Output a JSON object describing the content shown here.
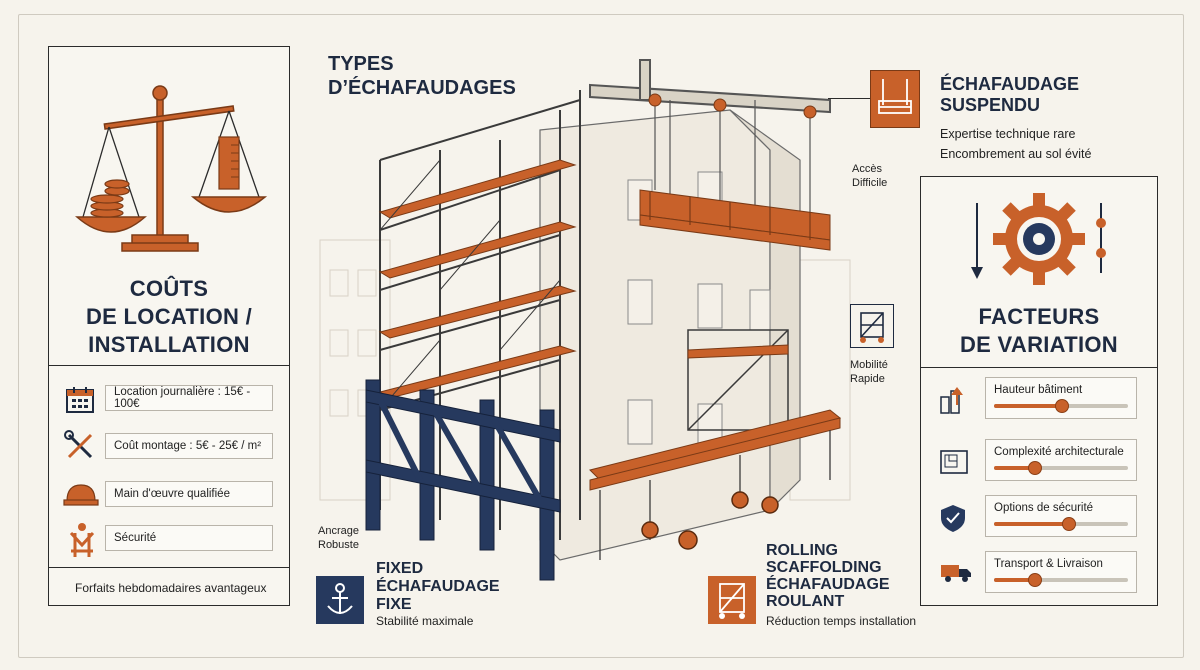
{
  "title": {
    "line1": "TYPES",
    "line2": "D’ÉCHAFAUDAGES"
  },
  "left_panel": {
    "title_line1": "COÛTS",
    "title_line2": "DE LOCATION /",
    "title_line3": "INSTALLATION",
    "items": [
      {
        "icon": "calendar-icon",
        "label": "Location journalière : 15€ - 100€"
      },
      {
        "icon": "wrench-screwdriver-icon",
        "label": "Coût montage : 5€ - 25€ / m²"
      },
      {
        "icon": "hard-hat-icon",
        "label": "Main d'œuvre qualifiée"
      },
      {
        "icon": "safety-harness-icon",
        "label": "Sécurité"
      }
    ],
    "footer": "Forfaits hebdomadaires avantageux"
  },
  "right_panel": {
    "title_line1": "FACTEURS",
    "title_line2": "DE VARIATION",
    "factors": [
      {
        "icon": "building-height-icon",
        "label": "Hauteur bâtiment",
        "level": 0.5
      },
      {
        "icon": "blueprint-icon",
        "label": "Complexité architecturale",
        "level": 0.3
      },
      {
        "icon": "shield-check-icon",
        "label": "Options de sécurité",
        "level": 0.55
      },
      {
        "icon": "delivery-truck-icon",
        "label": "Transport & Livraison",
        "level": 0.3
      }
    ]
  },
  "suspended": {
    "heading_line1": "ÉCHAFAUDAGE",
    "heading_line2": "SUSPENDU",
    "desc_line1": "Expertise technique rare",
    "desc_line2": "Encombrement au sol évité",
    "callout_line1": "Accès",
    "callout_line2": "Difficile"
  },
  "fixed": {
    "heading_line1": "FIXED",
    "heading_line2": "ÉCHAFAUDAGE",
    "heading_line3": "FIXE",
    "desc": "Stabilité maximale",
    "callout_line1": "Ancrage",
    "callout_line2": "Robuste"
  },
  "rolling": {
    "heading_line1": "ROLLING",
    "heading_line2": "SCAFFOLDING",
    "heading_line3": "ÉCHAFAUDAGE",
    "heading_line4": "ROULANT",
    "desc": "Réduction temps installation",
    "callout_line1": "Mobilité",
    "callout_line2": "Rapide"
  },
  "colors": {
    "accent": "#c8612a",
    "navy": "#1e2a40",
    "paper": "#f6f3ec"
  }
}
